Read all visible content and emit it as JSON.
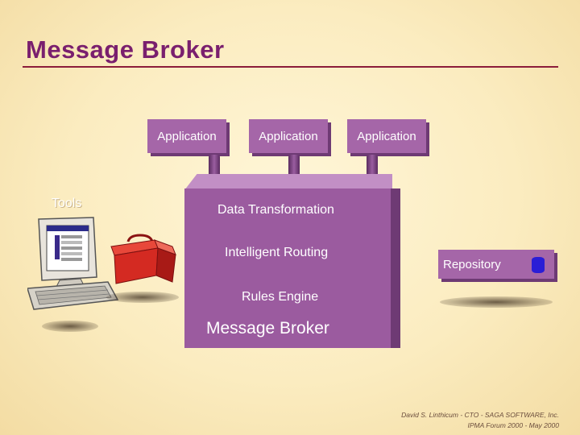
{
  "slide": {
    "title": "Message Broker"
  },
  "applications": [
    "Application",
    "Application",
    "Application"
  ],
  "tools": {
    "label": "Tools",
    "monitor_icon": "computer-icon",
    "toolbox_icon": "toolbox-icon"
  },
  "broker": {
    "items": [
      "Data Transformation",
      "Intelligent Routing",
      "Rules Engine"
    ],
    "name": "Message Broker"
  },
  "repository": {
    "label": "Repository",
    "icon": "database-icon"
  },
  "footer": {
    "line1": "David S. Linthicum - CTO - SAGA SOFTWARE, Inc.",
    "line2": "IPMA Forum 2000 - May 2000"
  },
  "colors": {
    "title": "#7a1f6e",
    "rule": "#8c1d3a",
    "box": "#a566a8",
    "box_dark": "#6e3a74",
    "broker": "#9b5b9f",
    "background": "#fbecc0"
  }
}
